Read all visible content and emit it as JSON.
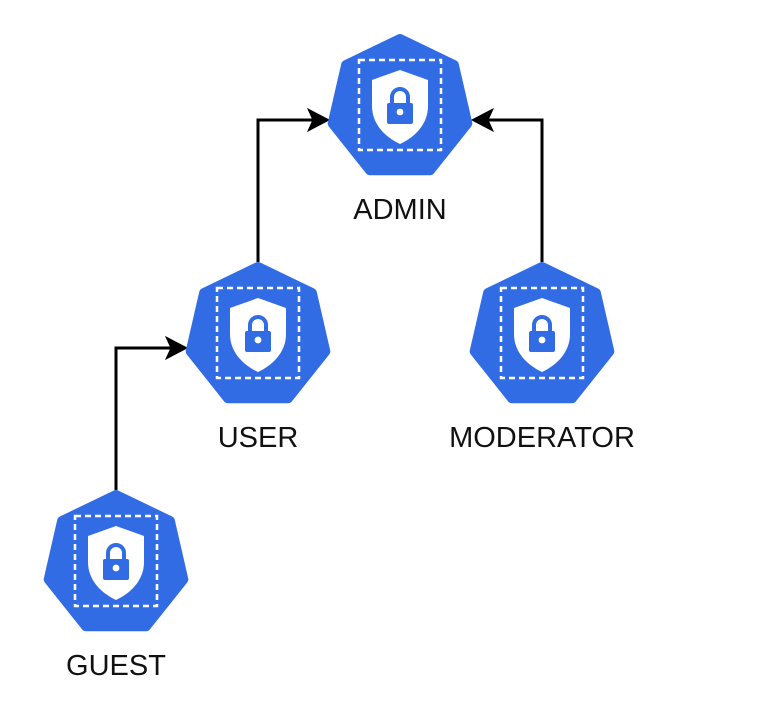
{
  "diagram": {
    "icon": "kubernetes-role-icon",
    "colors": {
      "node_fill": "#326CE5",
      "icon_fg": "#FFFFFF",
      "edge": "#000000",
      "label": "#111111"
    },
    "nodes": [
      {
        "id": "admin",
        "label": "ADMIN"
      },
      {
        "id": "user",
        "label": "USER"
      },
      {
        "id": "moderator",
        "label": "MODERATOR"
      },
      {
        "id": "guest",
        "label": "GUEST"
      }
    ],
    "edges": [
      {
        "from": "user",
        "to": "admin"
      },
      {
        "from": "moderator",
        "to": "admin"
      },
      {
        "from": "guest",
        "to": "user"
      }
    ]
  }
}
